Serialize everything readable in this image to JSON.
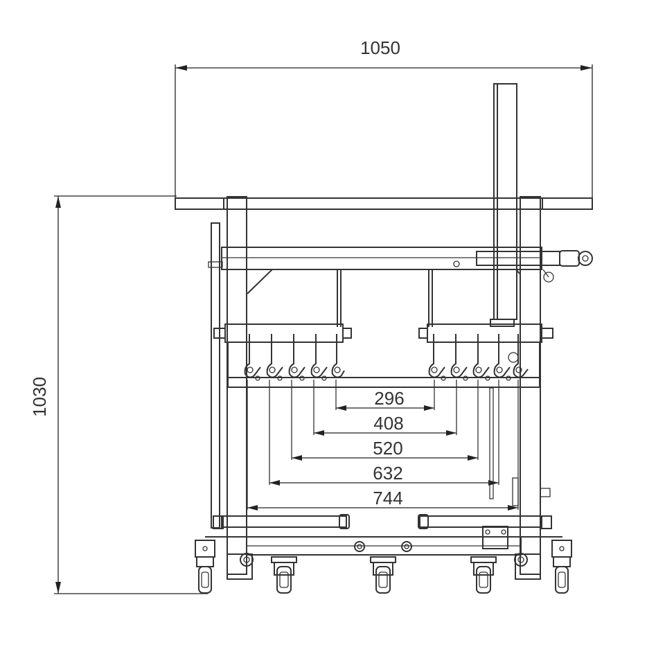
{
  "drawing": {
    "overall_width": "1050",
    "overall_height": "1030",
    "inner_dimensions": [
      "296",
      "408",
      "520",
      "632",
      "744"
    ]
  }
}
